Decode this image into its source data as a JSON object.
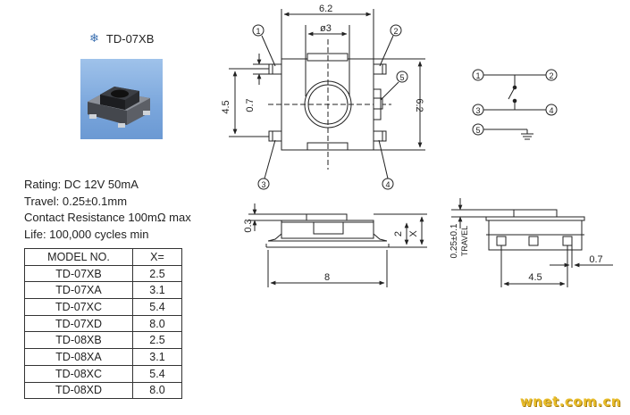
{
  "product": {
    "icon": "gear-icon",
    "name": "TD-07XB"
  },
  "specs": [
    "Rating: DC 12V 50mA",
    "Travel: 0.25±0.1mm",
    "Contact Resistance 100mΩ max",
    "Life: 100,000 cycles min"
  ],
  "table": {
    "headers": [
      "MODEL NO.",
      "X="
    ],
    "rows": [
      [
        "TD-07XB",
        "2.5"
      ],
      [
        "TD-07XA",
        "3.1"
      ],
      [
        "TD-07XC",
        "5.4"
      ],
      [
        "TD-07XD",
        "8.0"
      ],
      [
        "TD-08XB",
        "2.5"
      ],
      [
        "TD-08XA",
        "3.1"
      ],
      [
        "TD-08XC",
        "5.4"
      ],
      [
        "TD-08XD",
        "8.0"
      ]
    ]
  },
  "top_view": {
    "dims": {
      "width": "6.2",
      "bore": "ø3",
      "height": "6.2",
      "pitch": "4.5",
      "pad": "0.7"
    },
    "pins": [
      "1",
      "2",
      "3",
      "4",
      "5"
    ]
  },
  "schematic": {
    "pins": [
      "1",
      "2",
      "3",
      "4",
      "5"
    ]
  },
  "side_view": {
    "dims": {
      "cap": "0.3",
      "body": "2",
      "x": "X",
      "length": "8"
    }
  },
  "end_view": {
    "dims": {
      "travel": "0.25±0.1",
      "travel_label": "TRAVEL",
      "pitch": "4.5",
      "pad": "0.7"
    }
  },
  "watermark": "wnet.com.cn"
}
